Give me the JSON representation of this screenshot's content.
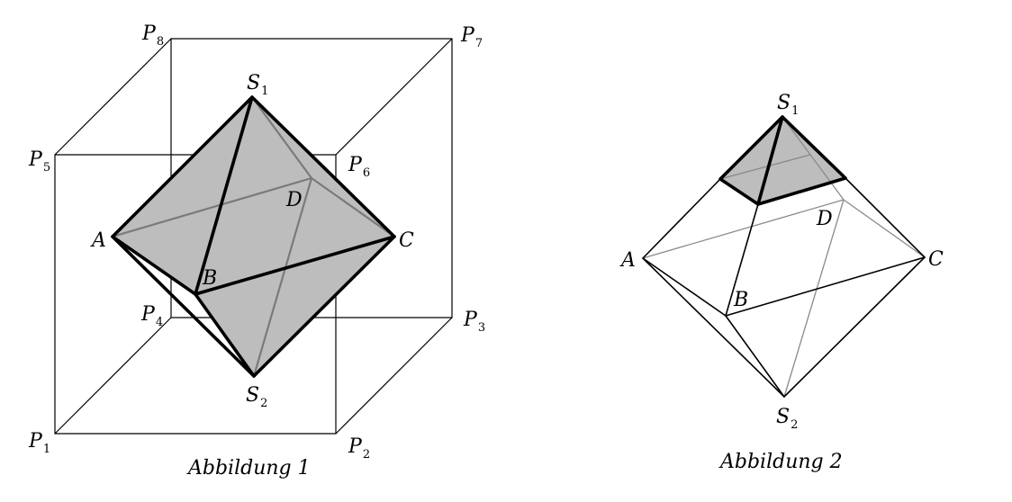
{
  "figure1": {
    "caption": "Abbildung 1",
    "cube_vertices": [
      {
        "name": "P",
        "sub": "1"
      },
      {
        "name": "P",
        "sub": "2"
      },
      {
        "name": "P",
        "sub": "3"
      },
      {
        "name": "P",
        "sub": "4"
      },
      {
        "name": "P",
        "sub": "5"
      },
      {
        "name": "P",
        "sub": "6"
      },
      {
        "name": "P",
        "sub": "7"
      },
      {
        "name": "P",
        "sub": "8"
      }
    ],
    "octahedron_vertices": [
      {
        "name": "S",
        "sub": "1"
      },
      {
        "name": "S",
        "sub": "2"
      },
      {
        "name": "A",
        "sub": ""
      },
      {
        "name": "B",
        "sub": ""
      },
      {
        "name": "C",
        "sub": ""
      },
      {
        "name": "D",
        "sub": ""
      }
    ]
  },
  "figure2": {
    "caption": "Abbildung 2",
    "octahedron_vertices": [
      {
        "name": "S",
        "sub": "1"
      },
      {
        "name": "S",
        "sub": "2"
      },
      {
        "name": "A",
        "sub": ""
      },
      {
        "name": "B",
        "sub": ""
      },
      {
        "name": "C",
        "sub": ""
      },
      {
        "name": "D",
        "sub": ""
      }
    ]
  },
  "colors": {
    "shade": "#bdbdbd",
    "hidden_edge": "#7a7a7a",
    "line": "#000000"
  }
}
